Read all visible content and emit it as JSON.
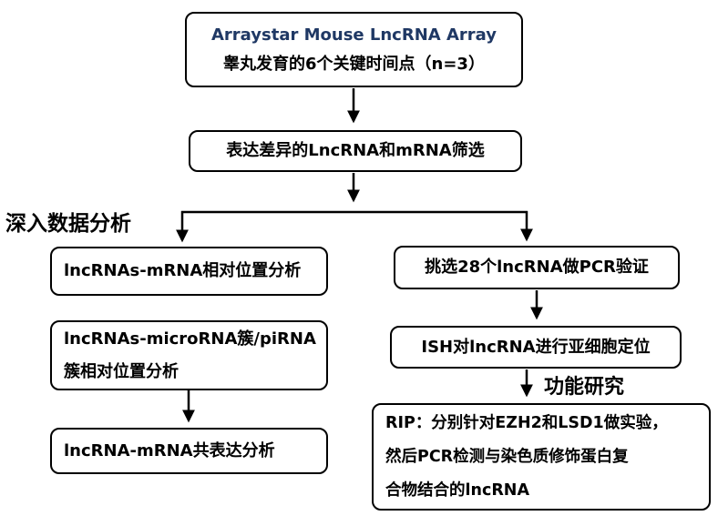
{
  "top_box": {
    "title": "Arraystar Mouse LncRNA Array",
    "subtitle": "睾丸发育的6个关键时间点（n=3）"
  },
  "screen_box": {
    "label": "表达差异的LncRNA和mRNA筛选"
  },
  "left_heading": "深入数据分析",
  "left_boxes": [
    {
      "label": "lncRNAs-mRNA相对位置分析"
    },
    {
      "label": "lncRNAs-microRNA簇/piRNA\n簇相对位置分析"
    },
    {
      "label": "lncRNA-mRNA共表达分析"
    }
  ],
  "right_boxes": [
    {
      "label": "挑选28个lncRNA做PCR验证"
    },
    {
      "label": "ISH对lncRNA进行亚细胞定位"
    }
  ],
  "function_heading": "功能研究",
  "rip_box": {
    "label": "RIP：分别针对EZH2和LSD1做实验，\n然后PCR检测与染色质修饰蛋白复\n合物结合的lncRNA"
  },
  "colors": {
    "title_navy": "#1f3864",
    "line_black": "#000000",
    "background": "#ffffff"
  }
}
